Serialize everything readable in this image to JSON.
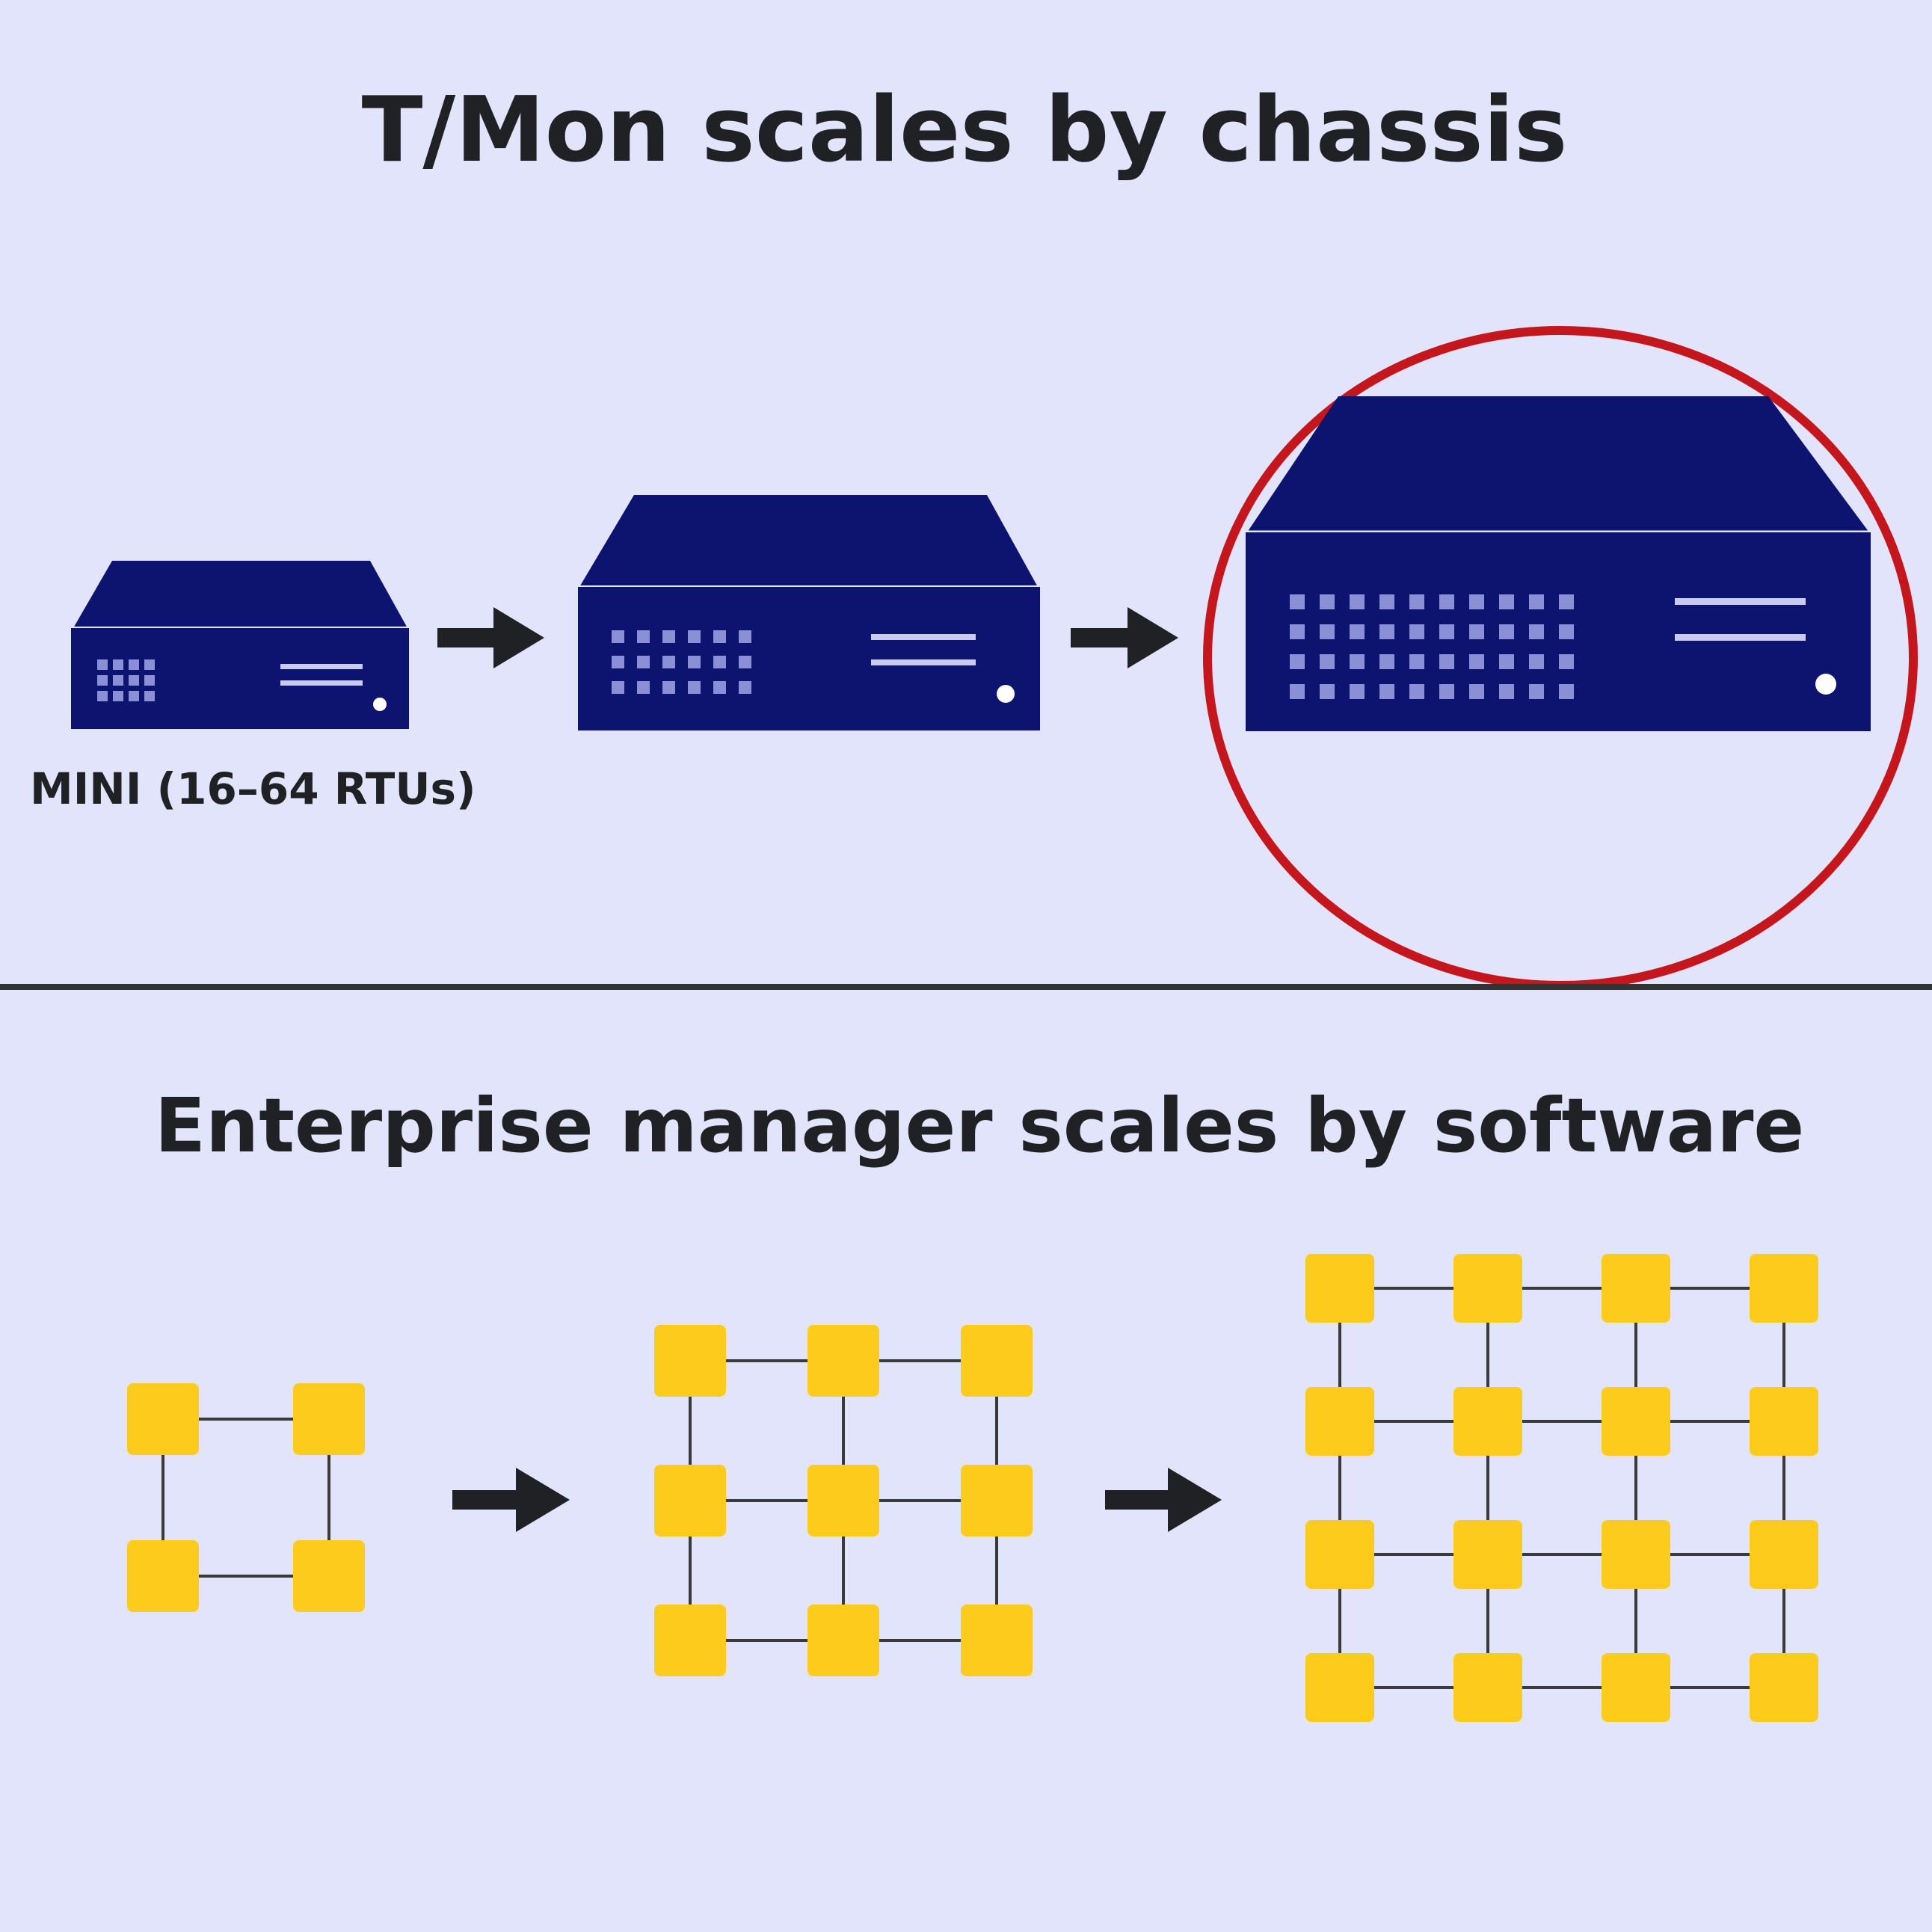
{
  "top_section": {
    "title": "T/Mon scales by chassis",
    "chassis": [
      {
        "name": "small-chassis",
        "caption": "MINI (16–64 RTUs)",
        "port_rows": 3,
        "port_cols": 4,
        "highlighted": false
      },
      {
        "name": "medium-chassis",
        "caption": "",
        "port_rows": 3,
        "port_cols": 6,
        "highlighted": false
      },
      {
        "name": "large-chassis",
        "caption": "",
        "port_rows": 4,
        "port_cols": 10,
        "highlighted": true
      }
    ]
  },
  "bottom_section": {
    "title": "Enterprise manager scales by software",
    "grids": [
      {
        "name": "grid-2x2",
        "rows": 2,
        "cols": 2
      },
      {
        "name": "grid-3x3",
        "rows": 3,
        "cols": 3
      },
      {
        "name": "grid-4x4",
        "rows": 4,
        "cols": 4
      }
    ]
  },
  "colors": {
    "background": "#e1e4fa",
    "chassis": "#0d1470",
    "chassis_ports": "#8b8fd6",
    "highlight_ring": "#c4161c",
    "node": "#fccb1c",
    "arrow": "#202124",
    "divider": "#333333"
  },
  "icons": [
    "arrow-right-icon",
    "server-chassis-icon",
    "network-node-icon"
  ]
}
